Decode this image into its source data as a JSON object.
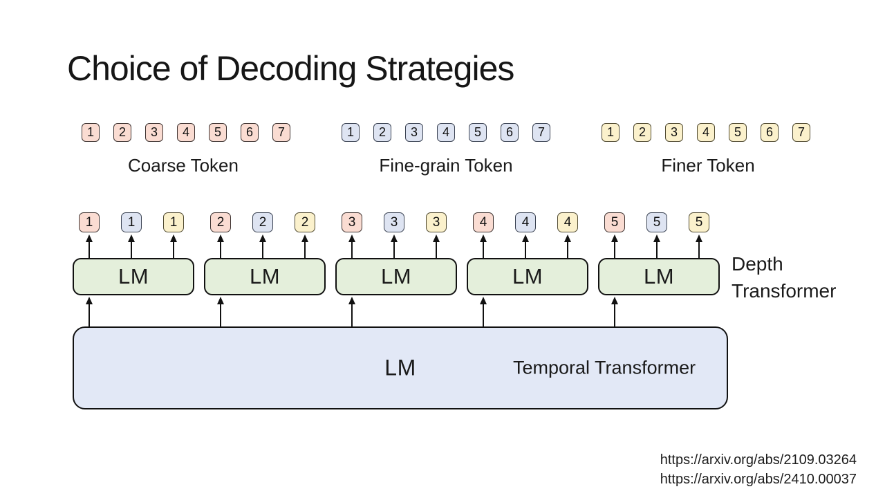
{
  "slide": {
    "title": "Choice of Decoding Strategies",
    "colors": {
      "coarse_fill": "#fadcd2",
      "coarse_border": "#3d3230",
      "fine_fill": "#dee4f2",
      "fine_border": "#3a4252",
      "finer_fill": "#fbf1cc",
      "finer_border": "#4f4930",
      "lm_fill": "#e4efdb",
      "lm_border": "#111111",
      "temporal_fill": "#e2e8f6",
      "temporal_border": "#111111"
    },
    "token_rows": [
      {
        "label": "Coarse Token",
        "type": "coarse",
        "tokens": [
          "1",
          "2",
          "3",
          "4",
          "5",
          "6",
          "7"
        ]
      },
      {
        "label": "Fine-grain Token",
        "type": "fine",
        "tokens": [
          "1",
          "2",
          "3",
          "4",
          "5",
          "6",
          "7"
        ]
      },
      {
        "label": "Finer Token",
        "type": "finer",
        "tokens": [
          "1",
          "2",
          "3",
          "4",
          "5",
          "6",
          "7"
        ]
      }
    ],
    "depth_section": {
      "lm_label": "LM",
      "label_lines": [
        "Depth",
        "Transformer"
      ],
      "groups": [
        {
          "tokens": [
            {
              "v": "1",
              "type": "coarse"
            },
            {
              "v": "1",
              "type": "fine"
            },
            {
              "v": "1",
              "type": "finer"
            }
          ]
        },
        {
          "tokens": [
            {
              "v": "2",
              "type": "coarse"
            },
            {
              "v": "2",
              "type": "fine"
            },
            {
              "v": "2",
              "type": "finer"
            }
          ]
        },
        {
          "tokens": [
            {
              "v": "3",
              "type": "coarse"
            },
            {
              "v": "3",
              "type": "fine"
            },
            {
              "v": "3",
              "type": "finer"
            }
          ]
        },
        {
          "tokens": [
            {
              "v": "4",
              "type": "coarse"
            },
            {
              "v": "4",
              "type": "fine"
            },
            {
              "v": "4",
              "type": "finer"
            }
          ]
        },
        {
          "tokens": [
            {
              "v": "5",
              "type": "coarse"
            },
            {
              "v": "5",
              "type": "fine"
            },
            {
              "v": "5",
              "type": "finer"
            }
          ]
        }
      ]
    },
    "temporal": {
      "lm_label": "LM",
      "name": "Temporal Transformer"
    },
    "links": [
      "https://arxiv.org/abs/2109.03264",
      "https://arxiv.org/abs/2410.00037"
    ]
  }
}
